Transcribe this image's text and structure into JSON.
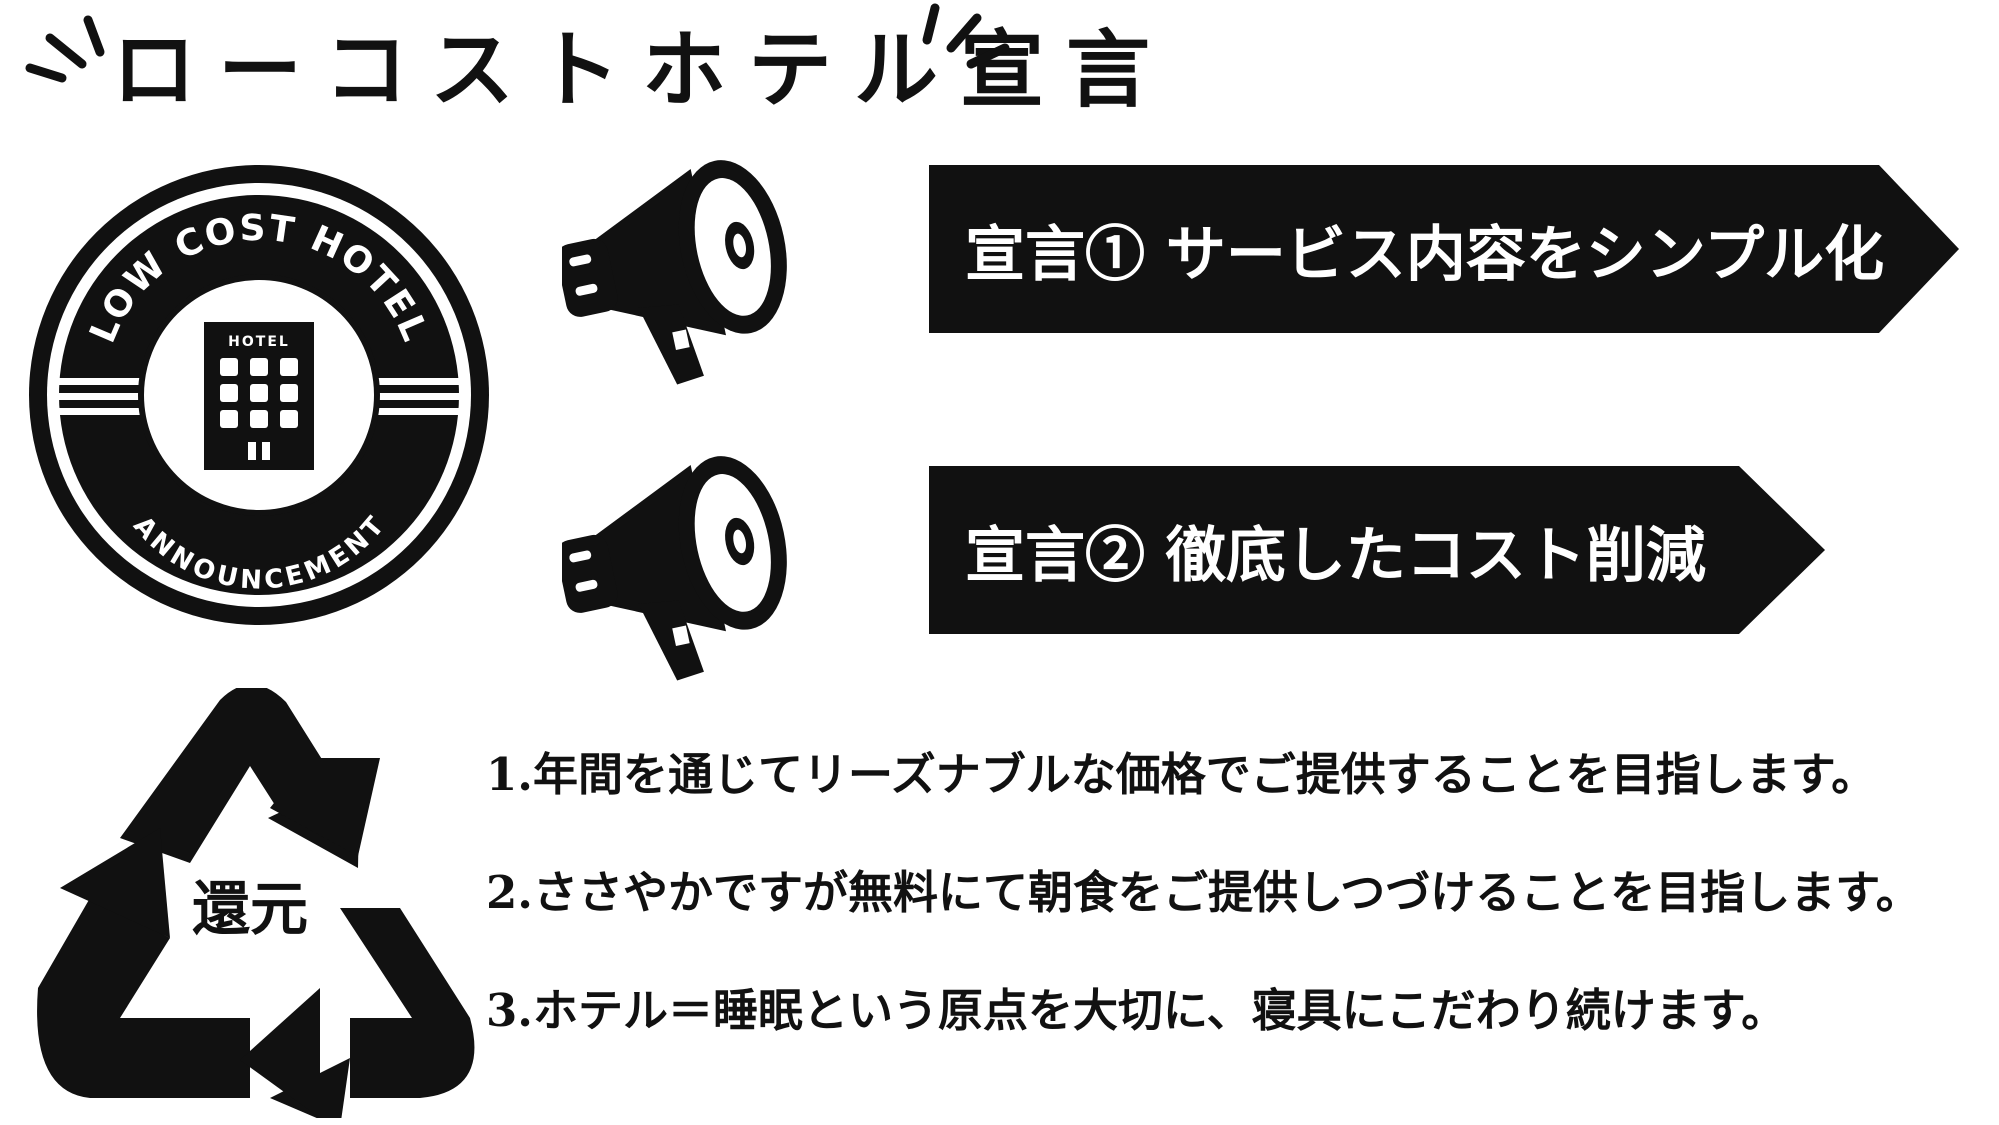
{
  "title": "ローコストホテル宣言",
  "icons": {
    "burst": "burst-lines-icon",
    "megaphone": "megaphone-icon",
    "hotel": "hotel-building-icon",
    "recycle": "recycle-arrows-icon"
  },
  "badge": {
    "top_text": "LOW COST HOTEL",
    "bottom_text": "ANNOUNCEMENT",
    "building_label": "HOTEL"
  },
  "declarations": [
    {
      "label": "宣言①  サービス内容をシンプル化"
    },
    {
      "label": "宣言②  徹底したコスト削減"
    }
  ],
  "recycle_label": "還元",
  "statements": [
    "1.年間を通じてリーズナブルな価格でご提供することを目指します。",
    "2.ささやかですが無料にて朝食をご提供しつづけることを目指します。",
    "3.ホテル＝睡眠という原点を大切に、寝具にこだわり続けます。"
  ],
  "colors": {
    "ink": "#111111",
    "background": "#ffffff",
    "banner_text": "#ffffff"
  }
}
